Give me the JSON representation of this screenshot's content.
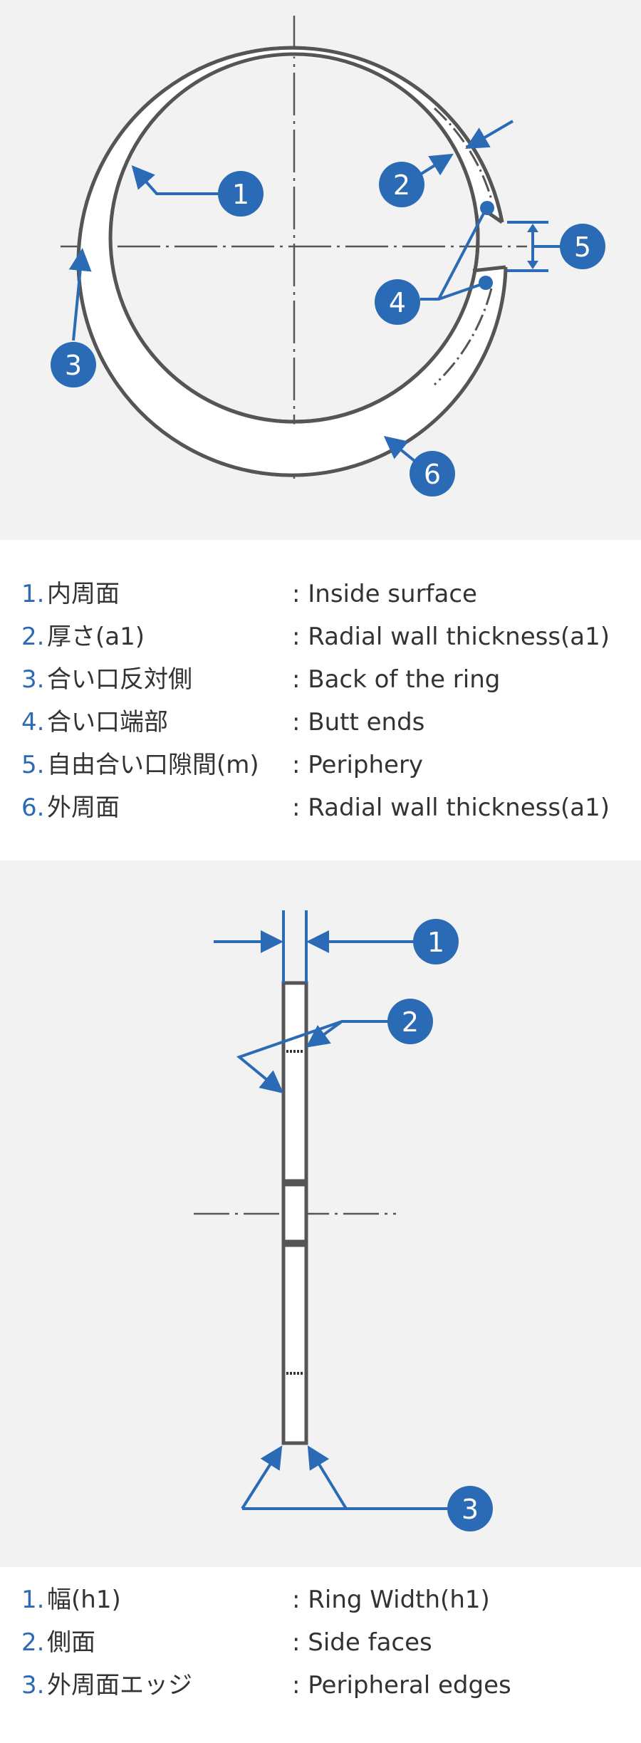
{
  "colors": {
    "accent": "#2b6bb5",
    "line": "#555555",
    "panel_bg": "#f2f2f2"
  },
  "diagram_top": {
    "callouts": [
      "1",
      "2",
      "3",
      "4",
      "5",
      "6"
    ]
  },
  "legend_top": [
    {
      "num": "1.",
      "jp": "内周面",
      "en": ": Inside surface"
    },
    {
      "num": "2.",
      "jp": "厚さ(a1)",
      "en": ": Radial wall thickness(a1)"
    },
    {
      "num": "3.",
      "jp": "合い口反対側",
      "en": ": Back of the ring"
    },
    {
      "num": "4.",
      "jp": "合い口端部",
      "en": ": Butt ends"
    },
    {
      "num": "5.",
      "jp": "自由合い口隙間(m)",
      "en": ": Periphery"
    },
    {
      "num": "6.",
      "jp": "外周面",
      "en": ": Radial wall thickness(a1)"
    }
  ],
  "diagram_bottom": {
    "callouts": [
      "1",
      "2",
      "3"
    ]
  },
  "legend_bottom": [
    {
      "num": "1.",
      "jp": "幅(h1)",
      "en": ": Ring Width(h1)"
    },
    {
      "num": "2.",
      "jp": "側面",
      "en": ": Side faces"
    },
    {
      "num": "3.",
      "jp": "外周面エッジ",
      "en": ": Peripheral edges"
    }
  ]
}
